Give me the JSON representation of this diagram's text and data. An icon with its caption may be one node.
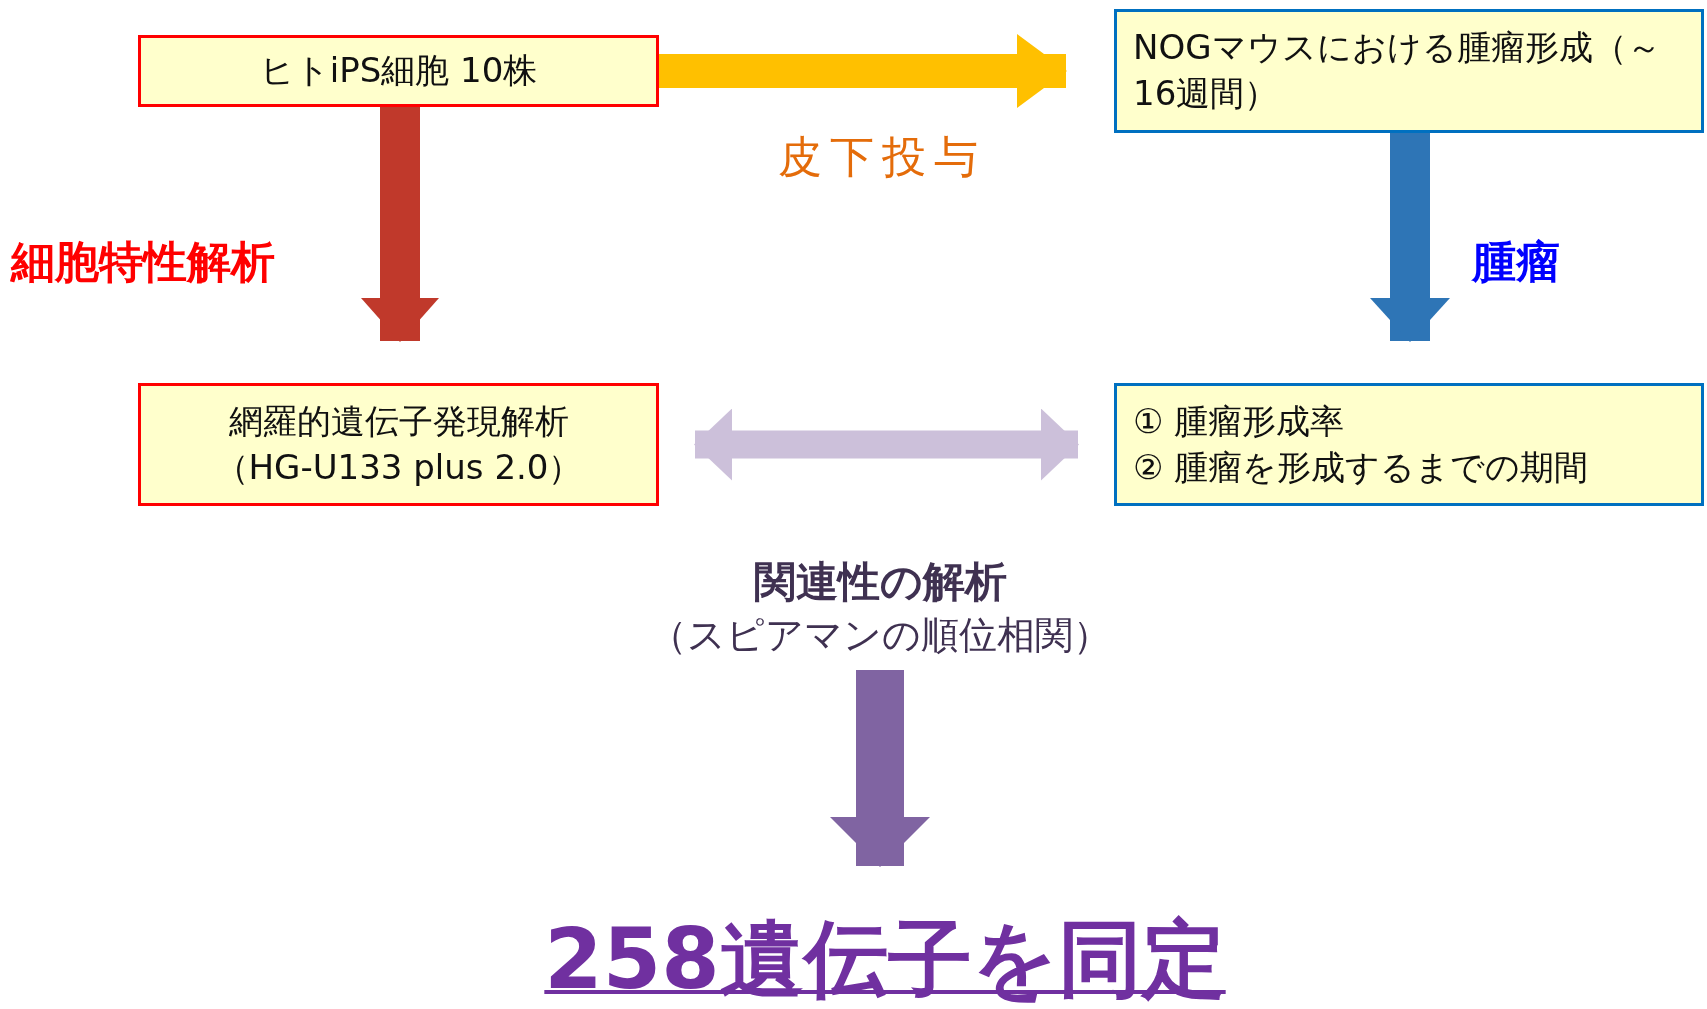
{
  "diagram": {
    "nodes": [
      {
        "text": [
          "ヒトiPS細胞 10株"
        ]
      },
      {
        "text": [
          "NOGマウスにおける腫瘤形成（～16週間）"
        ]
      },
      {
        "text": [
          "網羅的遺伝子発現解析",
          "（HG-U133 plus 2.0）"
        ]
      },
      {
        "text": [
          "① 腫瘤形成率",
          "② 腫瘤を形成するまでの期間"
        ]
      },
      {
        "text": [
          "関連性の解析",
          "（スピアマンの順位相関）"
        ]
      },
      {
        "text": [
          "258遺伝子を同定"
        ]
      }
    ],
    "edges": [
      {
        "from": 0,
        "to": 1,
        "arrow": "to",
        "label": "皮下投与",
        "color": "#ffc000"
      },
      {
        "from": 0,
        "to": 2,
        "arrow": "to",
        "label": "細胞特性解析",
        "color": "#c0392b"
      },
      {
        "from": 1,
        "to": 3,
        "arrow": "to",
        "label": "腫瘤",
        "color": "#2e75b6"
      },
      {
        "from": 2,
        "to": 3,
        "arrow": "both",
        "color": "#ccc0da"
      },
      {
        "from": 4,
        "to": 5,
        "arrow": "to",
        "color": "#8064a2"
      }
    ]
  }
}
